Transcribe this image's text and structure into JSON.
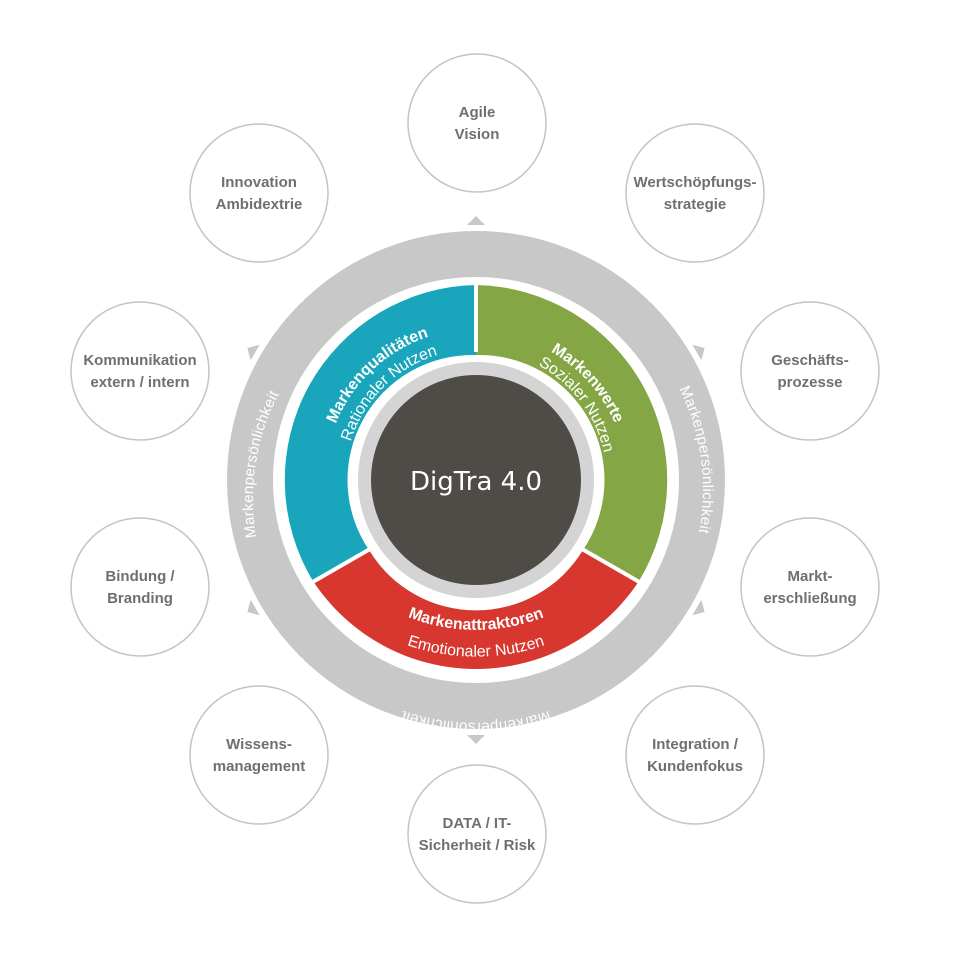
{
  "diagram": {
    "center": {
      "label": "DigTra 4.0"
    },
    "ring_label": "Markenpersönlichkeit",
    "segments": [
      {
        "id": "qualitaeten",
        "title": "Markenqualitäten",
        "subtitle": "Rationaler Nutzen",
        "color": "#19a6bd"
      },
      {
        "id": "werte",
        "title": "Markenwerte",
        "subtitle": "Sozialer Nutzen",
        "color": "#84a645"
      },
      {
        "id": "attraktoren",
        "title": "Markenattraktoren",
        "subtitle": "Emotionaler Nutzen",
        "color": "#d7372f"
      }
    ],
    "nodes": [
      {
        "id": "agile-vision",
        "lines": [
          "Agile",
          "Vision"
        ]
      },
      {
        "id": "wertschoepfungsstrategie",
        "lines": [
          "Wertschöpfungs-",
          "strategie"
        ]
      },
      {
        "id": "geschaeftsprozesse",
        "lines": [
          "Geschäfts-",
          "prozesse"
        ]
      },
      {
        "id": "markterschliessung",
        "lines": [
          "Markt-",
          "erschließung"
        ]
      },
      {
        "id": "integration-kundenfokus",
        "lines": [
          "Integration /",
          "Kundenfokus"
        ]
      },
      {
        "id": "data-it-sicherheit-risk",
        "lines": [
          "DATA / IT-",
          "Sicherheit / Risk"
        ]
      },
      {
        "id": "wissensmanagement",
        "lines": [
          "Wissens-",
          "management"
        ]
      },
      {
        "id": "bindung-branding",
        "lines": [
          "Bindung /",
          "Branding"
        ]
      },
      {
        "id": "kommunikation",
        "lines": [
          "Kommunikation",
          "extern / intern"
        ]
      },
      {
        "id": "innovation-ambidextrie",
        "lines": [
          "Innovation",
          "Ambidextrie"
        ]
      }
    ],
    "colors": {
      "ring": "#c8c8c8",
      "hub": "#4f4c48",
      "node_stroke": "#c4c4c4",
      "node_text": "#6f6f6f"
    }
  }
}
